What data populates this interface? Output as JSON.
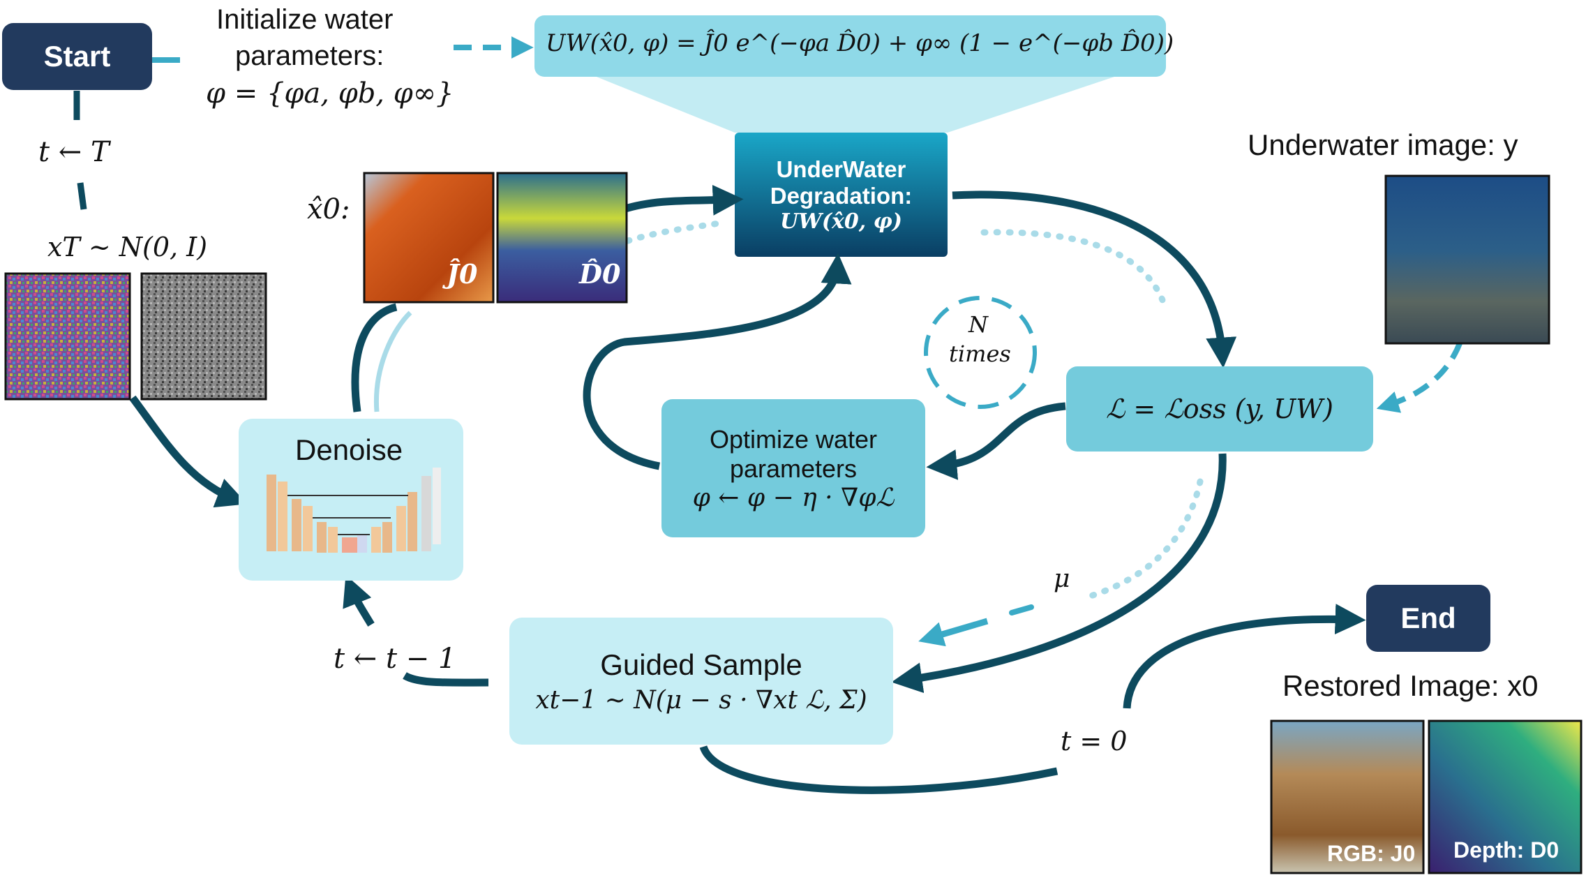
{
  "colors": {
    "navy_box": "#223a5e",
    "light_box": "#c6eef5",
    "mid_box": "#74cbdc",
    "solid_arrow": "#0d4a5e",
    "dashed_arrow": "#3aaac6",
    "dotted_arrow": "#a9dbe8"
  },
  "start": {
    "label": "Start"
  },
  "init": {
    "line1": "Initialize water",
    "line2": "parameters:",
    "formula": "φ = {φa, φb, φ∞}"
  },
  "uw_formula": "UW(x̂0, φ) = Ĵ0 e^(−φa D̂0) + φ∞ (1 − e^(−φb D̂0))",
  "uw_block": {
    "line1": "UnderWater",
    "line2": "Degradation:",
    "line3": "UW(x̂0, φ)"
  },
  "t_init": "t ← T",
  "x0_label": "x̂0:",
  "j0_label": "Ĵ0",
  "d0_label": "D̂0",
  "xT_label": "xT ~ N(0, I)",
  "underwater_label": "Underwater image:  y",
  "n_times": {
    "line1": "N",
    "line2": "times"
  },
  "loss": "ℒ = ℒoss (y, UW)",
  "optimize": {
    "line1": "Optimize water",
    "line2": "parameters",
    "formula": "φ ← φ − η · ∇φℒ"
  },
  "denoise": {
    "label": "Denoise"
  },
  "mu": "μ",
  "t_step": "t ← t − 1",
  "guided": {
    "line1": "Guided Sample",
    "formula": "xt−1 ~ N(μ − s · ∇xt ℒ, Σ)"
  },
  "t_zero": "t = 0",
  "end": {
    "label": "End"
  },
  "restored_label": "Restored Image:  x0",
  "rgb_label": "RGB: J0",
  "depth_label": "Depth: D0"
}
